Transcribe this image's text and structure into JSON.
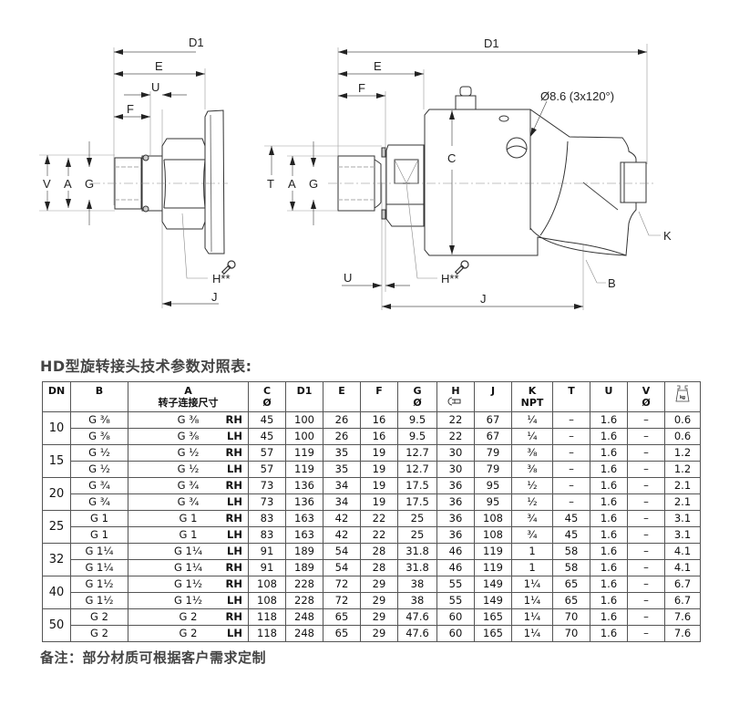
{
  "drawing_left": {
    "dimension_labels": {
      "d1": "D1",
      "e": "E",
      "u": "U",
      "f": "F",
      "v": "V",
      "a": "A",
      "g": "G",
      "h": "H**",
      "j": "J"
    },
    "wrench_icon": "wrench-icon"
  },
  "drawing_right": {
    "dimension_labels": {
      "d1": "D1",
      "e": "E",
      "f": "F",
      "t": "T",
      "a": "A",
      "g": "G",
      "c": "C",
      "u": "U",
      "h": "H**",
      "j": "J",
      "b": "B",
      "k": "K"
    },
    "hole_note": "Ø8.6 (3x120°)",
    "wrench_icon": "wrench-icon"
  },
  "title": "HD型旋转接头技术参数对照表:",
  "table": {
    "headers": {
      "dn": "DN",
      "b": "B",
      "a": "A",
      "a_sub": "转子连接尺寸",
      "c": "C",
      "c_sub": "Ø",
      "d1": "D1",
      "e": "E",
      "f": "F",
      "g": "G",
      "g_sub": "Ø",
      "h": "H",
      "h_icon": "wrench-icon",
      "j": "J",
      "k": "K",
      "k_sub": "NPT",
      "t": "T",
      "u": "U",
      "v": "V",
      "v_sub": "Ø",
      "weight_icon": "weight-kg-icon",
      "weight_label": "kg"
    },
    "groups": [
      {
        "dn": "10",
        "rows": [
          {
            "b": "G ³⁄₈",
            "a": "G ³⁄₈",
            "hand": "RH",
            "c": "45",
            "d1": "100",
            "e": "26",
            "f": "16",
            "g": "9.5",
            "h": "22",
            "j": "67",
            "k": "¹⁄₄",
            "t": "–",
            "u": "1.6",
            "v": "–",
            "kg": "0.6"
          },
          {
            "b": "G ³⁄₈",
            "a": "G ³⁄₈",
            "hand": "LH",
            "c": "45",
            "d1": "100",
            "e": "26",
            "f": "16",
            "g": "9.5",
            "h": "22",
            "j": "67",
            "k": "¹⁄₄",
            "t": "–",
            "u": "1.6",
            "v": "–",
            "kg": "0.6"
          }
        ]
      },
      {
        "dn": "15",
        "rows": [
          {
            "b": "G ¹⁄₂",
            "a": "G ¹⁄₂",
            "hand": "RH",
            "c": "57",
            "d1": "119",
            "e": "35",
            "f": "19",
            "g": "12.7",
            "h": "30",
            "j": "79",
            "k": "³⁄₈",
            "t": "–",
            "u": "1.6",
            "v": "–",
            "kg": "1.2"
          },
          {
            "b": "G ¹⁄₂",
            "a": "G ¹⁄₂",
            "hand": "LH",
            "c": "57",
            "d1": "119",
            "e": "35",
            "f": "19",
            "g": "12.7",
            "h": "30",
            "j": "79",
            "k": "³⁄₈",
            "t": "–",
            "u": "1.6",
            "v": "–",
            "kg": "1.2"
          }
        ]
      },
      {
        "dn": "20",
        "rows": [
          {
            "b": "G ³⁄₄",
            "a": "G ³⁄₄",
            "hand": "RH",
            "c": "73",
            "d1": "136",
            "e": "34",
            "f": "19",
            "g": "17.5",
            "h": "36",
            "j": "95",
            "k": "¹⁄₂",
            "t": "–",
            "u": "1.6",
            "v": "–",
            "kg": "2.1"
          },
          {
            "b": "G ³⁄₄",
            "a": "G ³⁄₄",
            "hand": "LH",
            "c": "73",
            "d1": "136",
            "e": "34",
            "f": "19",
            "g": "17.5",
            "h": "36",
            "j": "95",
            "k": "¹⁄₂",
            "t": "–",
            "u": "1.6",
            "v": "–",
            "kg": "2.1"
          }
        ]
      },
      {
        "dn": "25",
        "rows": [
          {
            "b": "G 1",
            "a": "G 1",
            "hand": "RH",
            "c": "83",
            "d1": "163",
            "e": "42",
            "f": "22",
            "g": "25",
            "h": "36",
            "j": "108",
            "k": "³⁄₄",
            "t": "45",
            "u": "1.6",
            "v": "–",
            "kg": "3.1"
          },
          {
            "b": "G 1",
            "a": "G 1",
            "hand": "LH",
            "c": "83",
            "d1": "163",
            "e": "42",
            "f": "22",
            "g": "25",
            "h": "36",
            "j": "108",
            "k": "³⁄₄",
            "t": "45",
            "u": "1.6",
            "v": "–",
            "kg": "3.1"
          }
        ]
      },
      {
        "dn": "32",
        "rows": [
          {
            "b": "G 1¹⁄₄",
            "a": "G 1¹⁄₄",
            "hand": "LH",
            "c": "91",
            "d1": "189",
            "e": "54",
            "f": "28",
            "g": "31.8",
            "h": "46",
            "j": "119",
            "k": "1",
            "t": "58",
            "u": "1.6",
            "v": "–",
            "kg": "4.1"
          },
          {
            "b": "G 1¹⁄₄",
            "a": "G 1¹⁄₄",
            "hand": "RH",
            "c": "91",
            "d1": "189",
            "e": "54",
            "f": "28",
            "g": "31.8",
            "h": "46",
            "j": "119",
            "k": "1",
            "t": "58",
            "u": "1.6",
            "v": "–",
            "kg": "4.1"
          }
        ]
      },
      {
        "dn": "40",
        "rows": [
          {
            "b": "G 1¹⁄₂",
            "a": "G 1¹⁄₂",
            "hand": "RH",
            "c": "108",
            "d1": "228",
            "e": "72",
            "f": "29",
            "g": "38",
            "h": "55",
            "j": "149",
            "k": "1¹⁄₄",
            "t": "65",
            "u": "1.6",
            "v": "–",
            "kg": "6.7"
          },
          {
            "b": "G 1¹⁄₂",
            "a": "G 1¹⁄₂",
            "hand": "LH",
            "c": "108",
            "d1": "228",
            "e": "72",
            "f": "29",
            "g": "38",
            "h": "55",
            "j": "149",
            "k": "1¹⁄₄",
            "t": "65",
            "u": "1.6",
            "v": "–",
            "kg": "6.7"
          }
        ]
      },
      {
        "dn": "50",
        "rows": [
          {
            "b": "G 2",
            "a": "G 2",
            "hand": "RH",
            "c": "118",
            "d1": "248",
            "e": "65",
            "f": "29",
            "g": "47.6",
            "h": "60",
            "j": "165",
            "k": "1¹⁄₄",
            "t": "70",
            "u": "1.6",
            "v": "–",
            "kg": "7.6"
          },
          {
            "b": "G 2",
            "a": "G 2",
            "hand": "LH",
            "c": "118",
            "d1": "248",
            "e": "65",
            "f": "29",
            "g": "47.6",
            "h": "60",
            "j": "165",
            "k": "1¹⁄₄",
            "t": "70",
            "u": "1.6",
            "v": "–",
            "kg": "7.6"
          }
        ]
      }
    ]
  },
  "note": "备注：部分材质可根据客户需求定制"
}
